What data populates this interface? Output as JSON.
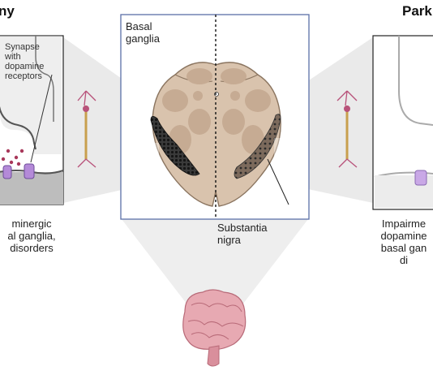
{
  "headings": {
    "left_partial": "ny",
    "right_partial": "Park"
  },
  "center_panel": {
    "label": "Basal\nganglia",
    "structure_label": "Substantia\nnigra"
  },
  "left_panel": {
    "callout": "Synapse\nwith\ndopamine\nreceptors",
    "caption": "minergic\nal ganglia,\ndisorders"
  },
  "right_panel": {
    "caption": "Impairme\ndopamine\nbasal gan\ndi"
  },
  "icons": [
    "neuron-icon",
    "brain-icon",
    "dopamine-receptor-icon",
    "midbrain-section-icon"
  ],
  "colors": {
    "panel_border": "#5b6fa8",
    "tissue": "#d9c3ad",
    "tissue_dark": "#c6ab93",
    "substantia_nigra": "#2b2b2b",
    "synapse_gray": "#b8b8b8",
    "receptor_purple": "#b48ad8",
    "neuron_pink": "#b8527a",
    "brain_pink": "#e7a9b2"
  }
}
